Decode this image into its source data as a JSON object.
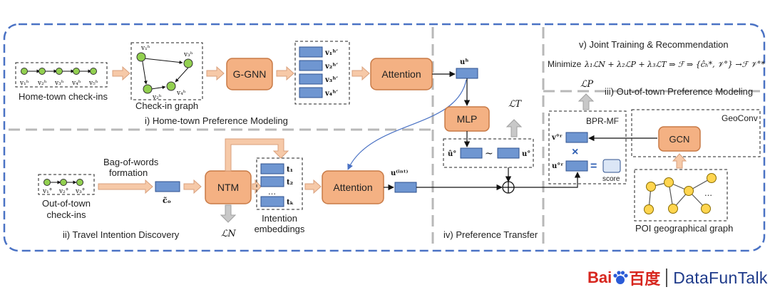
{
  "sections": {
    "home_modeling": "i) Home-town Preference Modeling",
    "travel_intention": "ii) Travel Intention Discovery",
    "out_of_town_modeling": "iii) Out-of-town Preference Modeling",
    "preference_transfer": "iv) Preference Transfer",
    "joint_training": "v) Joint Training & Recommendation"
  },
  "labels": {
    "home_checkins": "Home-town check-ins",
    "checkin_graph": "Check-in graph",
    "out_checkins_line1": "Out-of-town",
    "out_checkins_line2": "check-ins",
    "bag_of_words_line1": "Bag-of-words",
    "bag_of_words_line2": "formation",
    "intention_line1": "Intention",
    "intention_line2": "embeddings",
    "score": "score",
    "geoconv": "GeoConv",
    "poi_graph": "POI geographical graph",
    "bpr_mf": "BPR-MF",
    "minimize": "Minimize"
  },
  "modules": {
    "ggnn": "G-GNN",
    "attention_top": "Attention",
    "mlp": "MLP",
    "ntm": "NTM",
    "attention_bottom": "Attention",
    "gcn": "GCN"
  },
  "math": {
    "uh": "uʰ",
    "u_int": "u⁽ⁱⁿᵗ⁾",
    "c_o": "c̃ₒ",
    "L_N": "ℒN",
    "L_T": "ℒT",
    "L_P": "ℒP",
    "tilde": "~",
    "u_o_hat": "û°",
    "u_o": "u°",
    "v_or": "v°ʳ",
    "u_or": "u°ʳ",
    "t1": "t₁",
    "t2": "t₂",
    "tK": "tₖ",
    "dots": "…",
    "times": "×",
    "equals": "=",
    "objective": "λ₁ℒN + λ₂ℒP + λ₃ℒT ⇒ ℱ ⇒ {ĉₕ*, 𝒱°} →ℱ 𝒱°*",
    "home_nodes": [
      "v₁ʰ",
      "v₂ʰ",
      "v₃ʰ",
      "v₄ʰ",
      "v₅ʰ"
    ],
    "graph_nodes": [
      "v₁ʰ",
      "v₃ʰ",
      "v₂ʰ",
      "v₄ʰ"
    ],
    "hidden_embs": [
      "v₁ʰ′",
      "v₂ʰ′",
      "v₃ʰ′",
      "v₄ʰ′"
    ],
    "out_nodes": [
      "v₁°",
      "v₂°",
      "v₃°"
    ]
  },
  "brand": {
    "baidu_left": "Bai",
    "baidu_right": "百度",
    "datafuntalk": "DataFunTalk"
  },
  "colors": {
    "dashed_blue": "#4a72c4",
    "divider_gray": "#b8b8b8",
    "module_fill": "#f4b183",
    "module_stroke": "#c87a46",
    "embed_fill": "#6f96d1",
    "embed_stroke": "#2f528f",
    "node_fill": "#92d050",
    "poi_fill": "#ffd54f",
    "hollow_arrow": "#f6c9a8",
    "gray_arrow": "#c8c8c8"
  }
}
